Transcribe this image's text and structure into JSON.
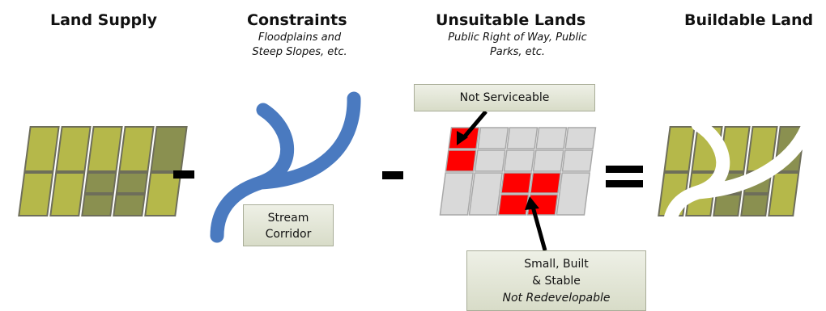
{
  "sections": {
    "land_supply": {
      "title": "Land Supply"
    },
    "constraints": {
      "title": "Constraints",
      "subtitle_line1": "Floodplains and",
      "subtitle_line2": "Steep Slopes, etc."
    },
    "unsuitable": {
      "title": "Unsuitable Lands",
      "subtitle_line1": "Public Right of Way, Public",
      "subtitle_line2": "Parks, etc."
    },
    "buildable": {
      "title": "Buildable Land"
    }
  },
  "operators": {
    "minus1": "-",
    "minus2": "-",
    "equals": "="
  },
  "callouts": {
    "stream": {
      "line1": "Stream",
      "line2": "Corridor"
    },
    "not_serviceable": {
      "label": "Not Serviceable"
    },
    "small_built": {
      "line1": "Small, Built",
      "line2": "& Stable",
      "line3": "Not Redevelopable"
    }
  },
  "colors": {
    "parcel_green": "#b5b84a",
    "parcel_dark": "#8a9050",
    "parcel_border": "#6e6e5a",
    "stream_blue": "#4a7ac0",
    "unsuitable_red": "#ff0000",
    "unsuitable_gray": "#d9d9d9",
    "callout_fill": "#e6e9dc"
  }
}
